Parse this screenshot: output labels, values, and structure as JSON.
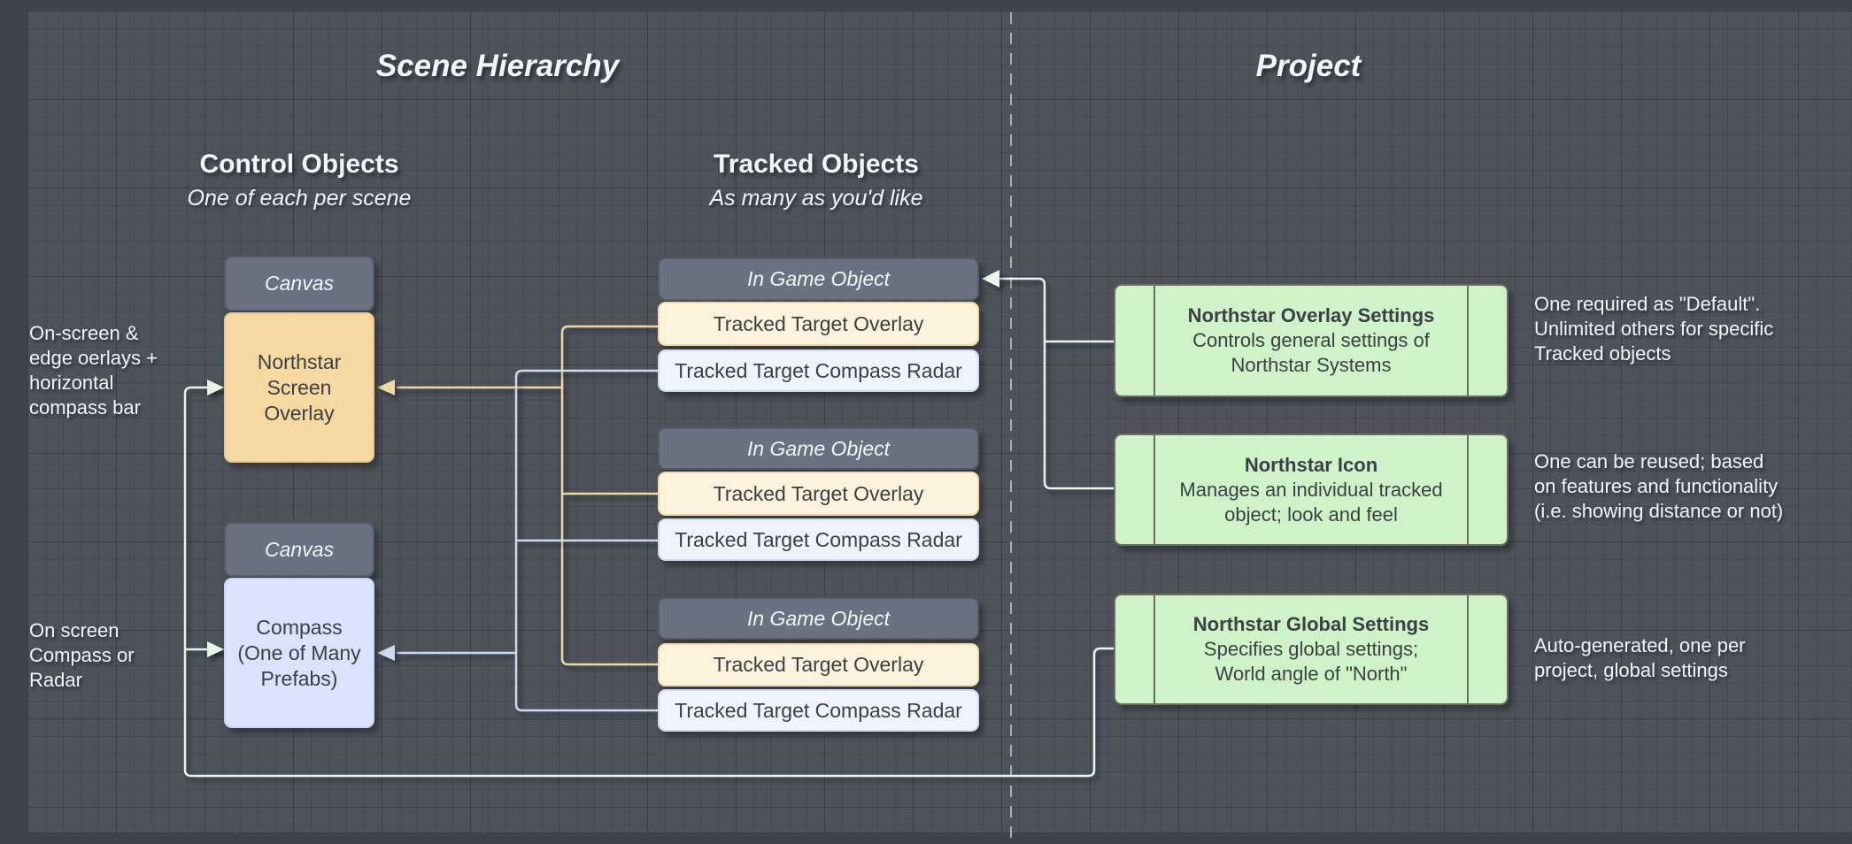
{
  "colors": {
    "bg-outer": "#3f444b",
    "bg-page": "#4d525b",
    "mint": "#e8f6e8",
    "tan-line": "#eed7a2",
    "blue-line": "#ccd9f4",
    "dash": "#a9afb8",
    "gray-box": "#6a7180",
    "gray-box-border": "#555b64",
    "tan-box": "#f6d9a2",
    "tan-box-border": "#e9c98f",
    "cream-box": "#fdf2dc",
    "cream-box-border": "#eed9ab",
    "pale-box": "#eef3fd",
    "pale-box-border": "#ced9f2",
    "blue-box": "#d9e3fb",
    "blue-box-border": "#c8d5f3",
    "green-box": "#cff2c9",
    "green-box-border": "#697060",
    "text-light": "#f4f5f7",
    "text-dark": "#3b4045"
  },
  "titles": {
    "scene": "Scene Hierarchy",
    "project": "Project"
  },
  "headings": {
    "control": {
      "title": "Control Objects",
      "subtitle": "One of each per scene"
    },
    "tracked": {
      "title": "Tracked Objects",
      "subtitle": "As many as you'd like"
    }
  },
  "control_objects": {
    "canvas_top": "Canvas",
    "screen_overlay": "Northstar\nScreen\nOverlay",
    "canvas_bottom": "Canvas",
    "compass": "Compass\n(One of Many\nPrefabs)"
  },
  "tracked_groups": [
    {
      "header": "In Game Object",
      "overlay": "Tracked Target Overlay",
      "radar": "Tracked Target Compass Radar"
    },
    {
      "header": "In Game Object",
      "overlay": "Tracked Target Overlay",
      "radar": "Tracked Target Compass Radar"
    },
    {
      "header": "In Game Object",
      "overlay": "Tracked Target Overlay",
      "radar": "Tracked Target Compass Radar"
    }
  ],
  "project_boxes": [
    {
      "title": "Northstar Overlay Settings",
      "body": "Controls general settings of\nNorthstar Systems"
    },
    {
      "title": "Northstar Icon",
      "body": "Manages an individual tracked\nobject; look and feel"
    },
    {
      "title": "Northstar Global Settings",
      "body": "Specifies global settings;\nWorld angle of \"North\""
    }
  ],
  "notes": {
    "left_top": "On-screen &\nedge oerlays +\nhorizontal\ncompass bar",
    "left_bottom": "On screen\nCompass or\nRadar",
    "right_top": "One required as \"Default\".\nUnlimited others for specific\nTracked objects",
    "right_mid": "One can be reused; based\non features and functionality\n(i.e. showing distance or not)",
    "right_bottom": "Auto-generated, one per\nproject, global settings"
  }
}
